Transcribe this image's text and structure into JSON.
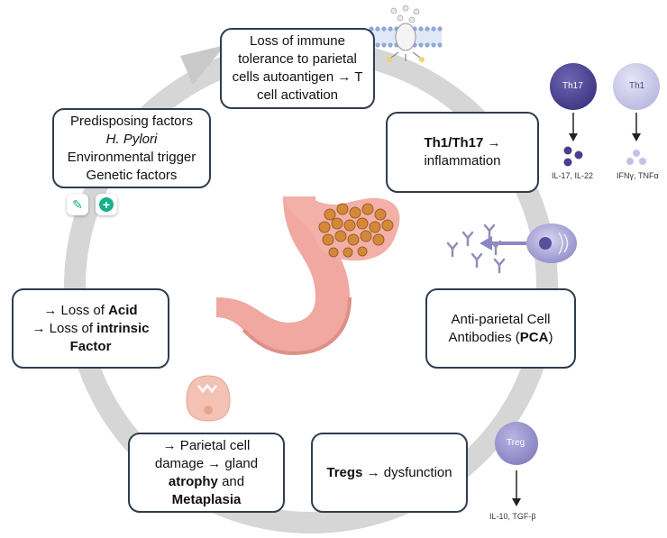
{
  "box_tolerance": {
    "line1": "Loss of immune",
    "line2": "tolerance to parietal",
    "line3": "cells autoantigen → T",
    "line4": "cell activation"
  },
  "box_th": {
    "bold": "Th1/Th17",
    "arrow": " →",
    "line2": "inflammation"
  },
  "box_pca": {
    "line1": "Anti-parietal Cell",
    "line2_pre": "Antibodies (",
    "line2_bold": "PCA",
    "line2_post": ")"
  },
  "box_tregs": {
    "bold": "Tregs",
    "rest": " → dysfunction"
  },
  "box_parietal": {
    "line1": "→ Parietal cell",
    "line2": "damage → gland",
    "line3_bold": "atrophy",
    "line3_rest": " and",
    "line4_bold": "Metaplasia"
  },
  "box_acid": {
    "line1_pre": "→ Loss of ",
    "line1_bold": "Acid",
    "line2_pre": "→ Loss of ",
    "line2_bold": "intrinsic",
    "line3_bold": "Factor"
  },
  "box_predisposing": {
    "line1": "Predisposing factors",
    "line2": "H. Pylori",
    "line3": "Environmental trigger",
    "line4": "Genetic factors"
  },
  "cells": {
    "th17_label": "Th17",
    "th1_label": "Th1",
    "treg_label": "Treg",
    "th17_cytokines": "IL-17, IL-22",
    "th1_cytokines": "IFNγ, TNFα",
    "treg_cytokines": "IL-10, TGF-β"
  },
  "colors": {
    "cycle_arrow": "#d4d4d4",
    "box_border": "#2f3d4f",
    "th17_cell": "#4a3f8c",
    "th1_cell": "#c9c9ea",
    "treg_cell": "#9b97cf",
    "stomach": "#f1a9a2",
    "inflamed_patch": "#d4883a"
  }
}
